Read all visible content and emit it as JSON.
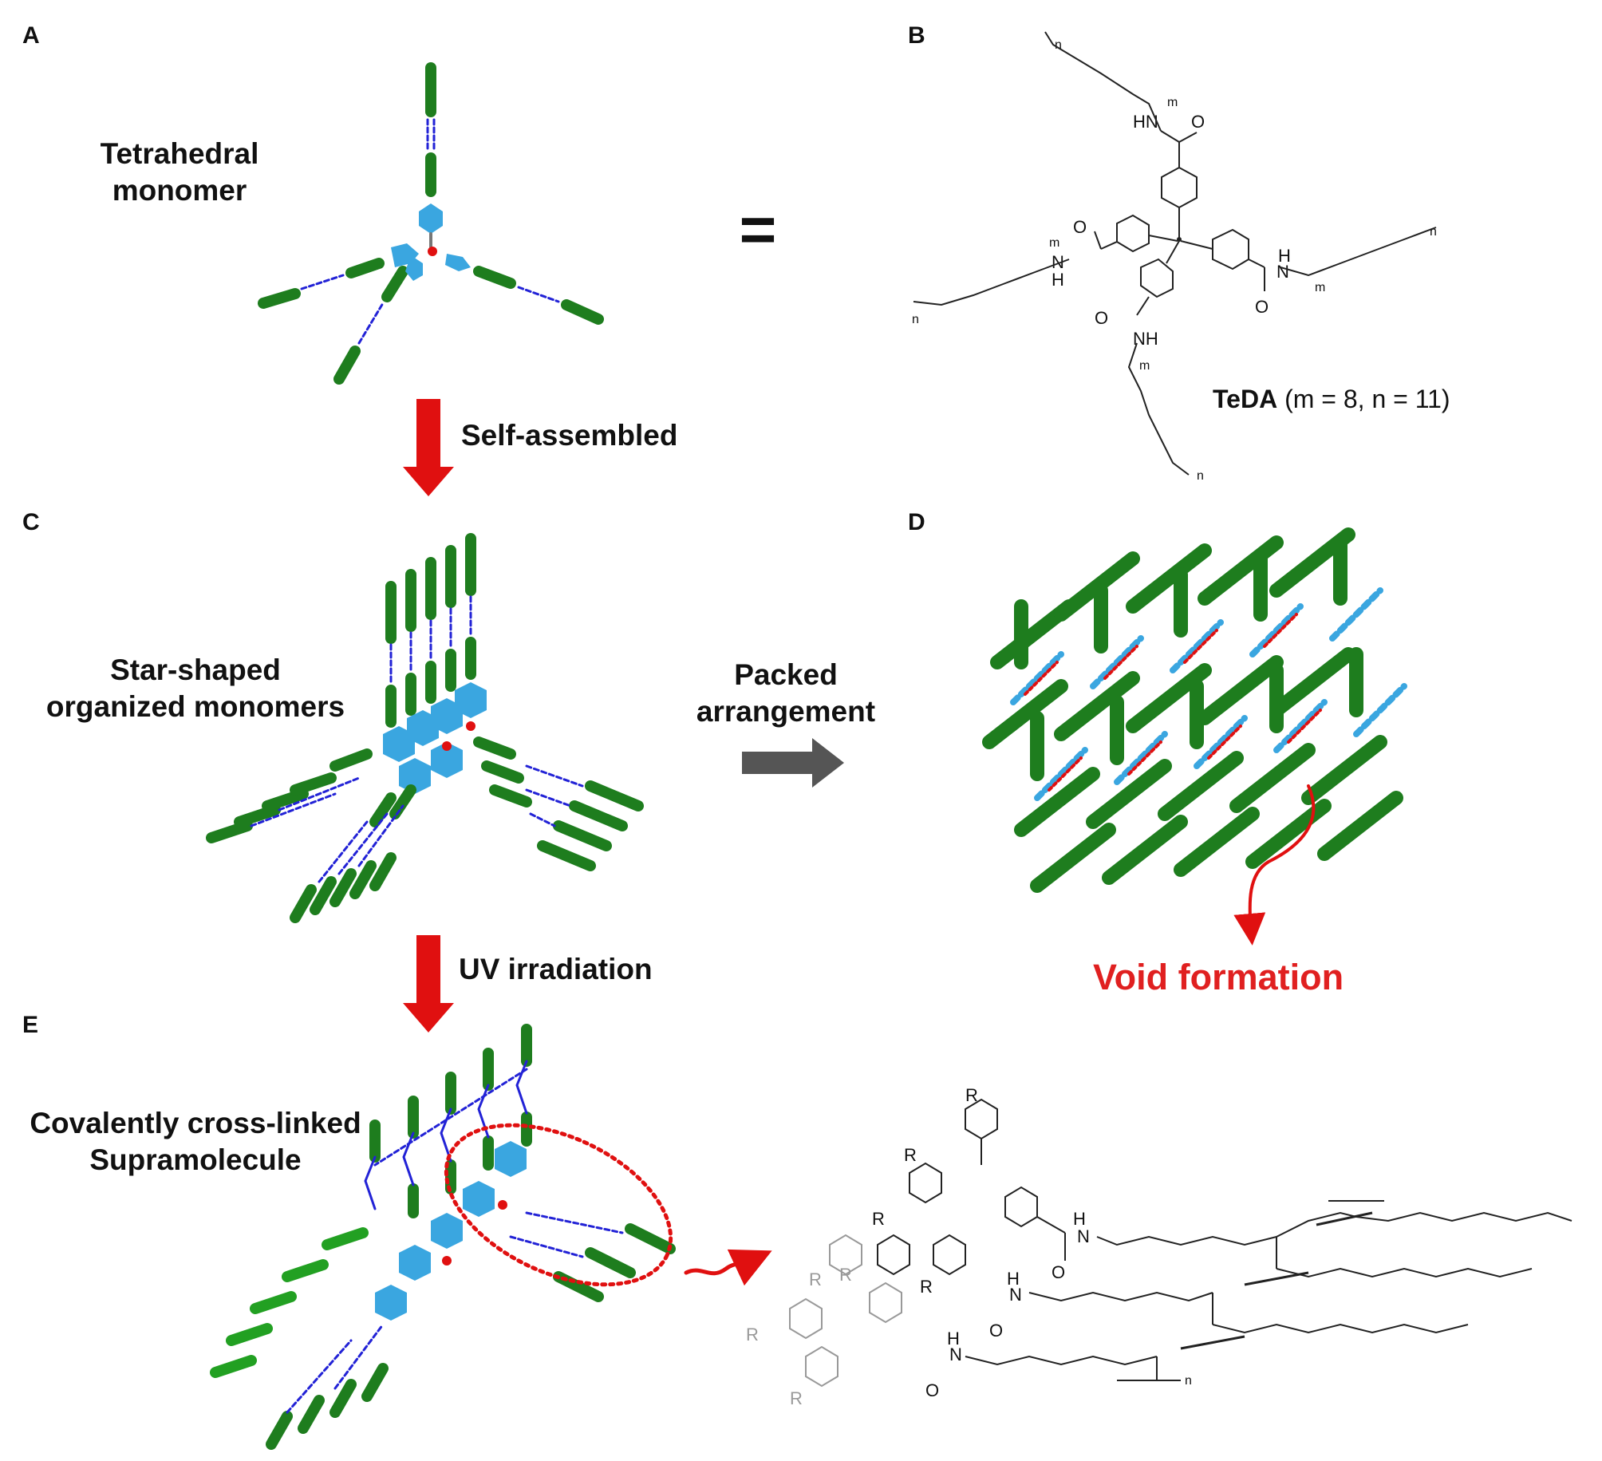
{
  "panels": {
    "a": "A",
    "b": "B",
    "c": "C",
    "d": "D",
    "e": "E"
  },
  "labels": {
    "tetrahedral_line1": "Tetrahedral",
    "tetrahedral_line2": "monomer",
    "equals": "=",
    "self_assembled": "Self-assembled",
    "star_line1": "Star-shaped",
    "star_line2": "organized monomers",
    "packed_line1": "Packed",
    "packed_line2": "arrangement",
    "void": "Void formation",
    "uv": "UV irradiation",
    "covalent_line1": "Covalently cross-linked",
    "covalent_line2": "Supramolecule"
  },
  "teda": {
    "name": "TeDA",
    "params": "(m = 8, n = 11)"
  },
  "chem_labels": {
    "hn": "HN",
    "nh": "NH",
    "h": "H",
    "n_atom": "N",
    "o": "O",
    "m": "m",
    "n": "n",
    "r": "R"
  },
  "colors": {
    "green": "#1e7d1e",
    "blue": "#2222d6",
    "cyan": "#3aa6e0",
    "red": "#e01010",
    "gray_arrow": "#555555",
    "void_text": "#e02020"
  }
}
